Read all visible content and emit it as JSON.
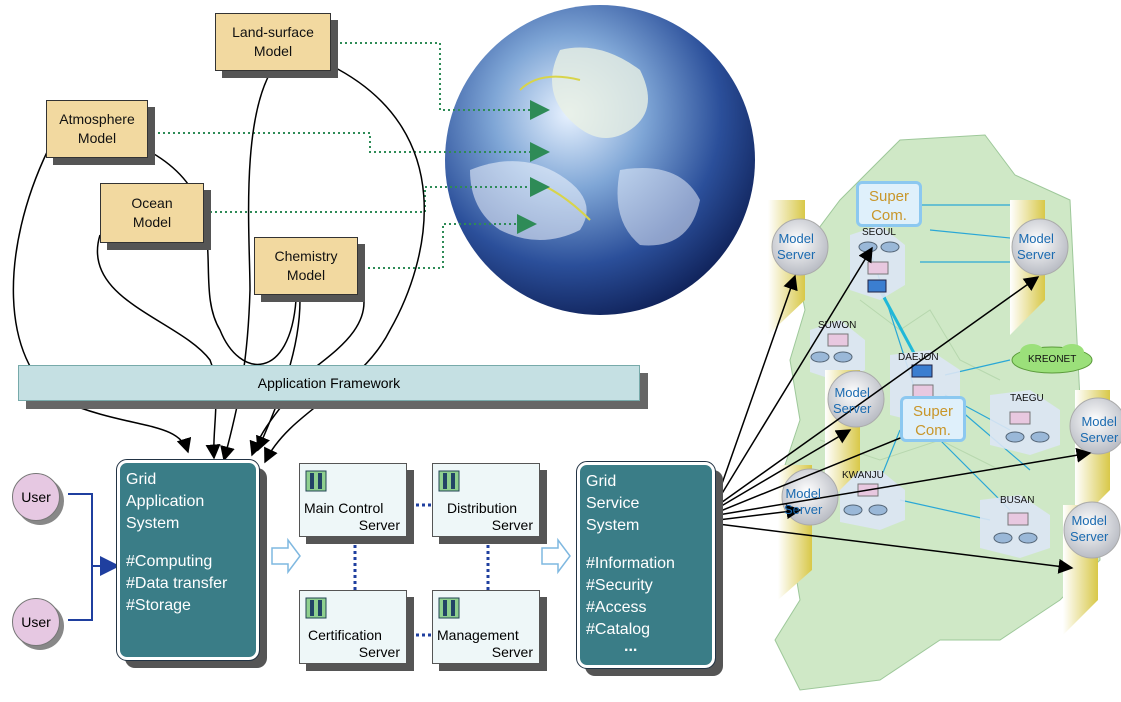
{
  "models": {
    "land_surface": [
      "Land-surface",
      "Model"
    ],
    "atmosphere": [
      "Atmosphere",
      "Model"
    ],
    "ocean": [
      "Ocean",
      "Model"
    ],
    "chemistry": [
      "Chemistry",
      "Model"
    ]
  },
  "framework_label": "Application Framework",
  "users": [
    "User",
    "User"
  ],
  "grid_app": {
    "title": [
      "Grid",
      "Application",
      "System"
    ],
    "items": [
      "#Computing",
      "#Data transfer",
      "#Storage"
    ]
  },
  "servers": {
    "main_control": [
      "Main Control",
      "Server"
    ],
    "distribution": [
      "Distribution",
      "Server"
    ],
    "certification": [
      "Certification",
      "Server"
    ],
    "management": [
      "Management",
      "Server"
    ]
  },
  "grid_service": {
    "title": [
      "Grid",
      "Service",
      "System"
    ],
    "items": [
      "#Information",
      "#Security",
      "#Access",
      "#Catalog",
      "..."
    ]
  },
  "map": {
    "cities": [
      "SEOUL",
      "SUWON",
      "DAEJON",
      "TAEGU",
      "KWANJU",
      "BUSAN"
    ],
    "network": "KREONET",
    "super_com": [
      "Super",
      "Com."
    ],
    "model_server": [
      "Model",
      "Server"
    ]
  },
  "colors": {
    "model_fill": "#f2d9a0",
    "system_fill": "#3a7d87",
    "framework_fill": "#c5e0e3",
    "server_fill": "#eef7f8",
    "user_fill": "#e6c8e2",
    "map_fill": "#cfe8c6",
    "dotted_link": "#2e8b57"
  }
}
